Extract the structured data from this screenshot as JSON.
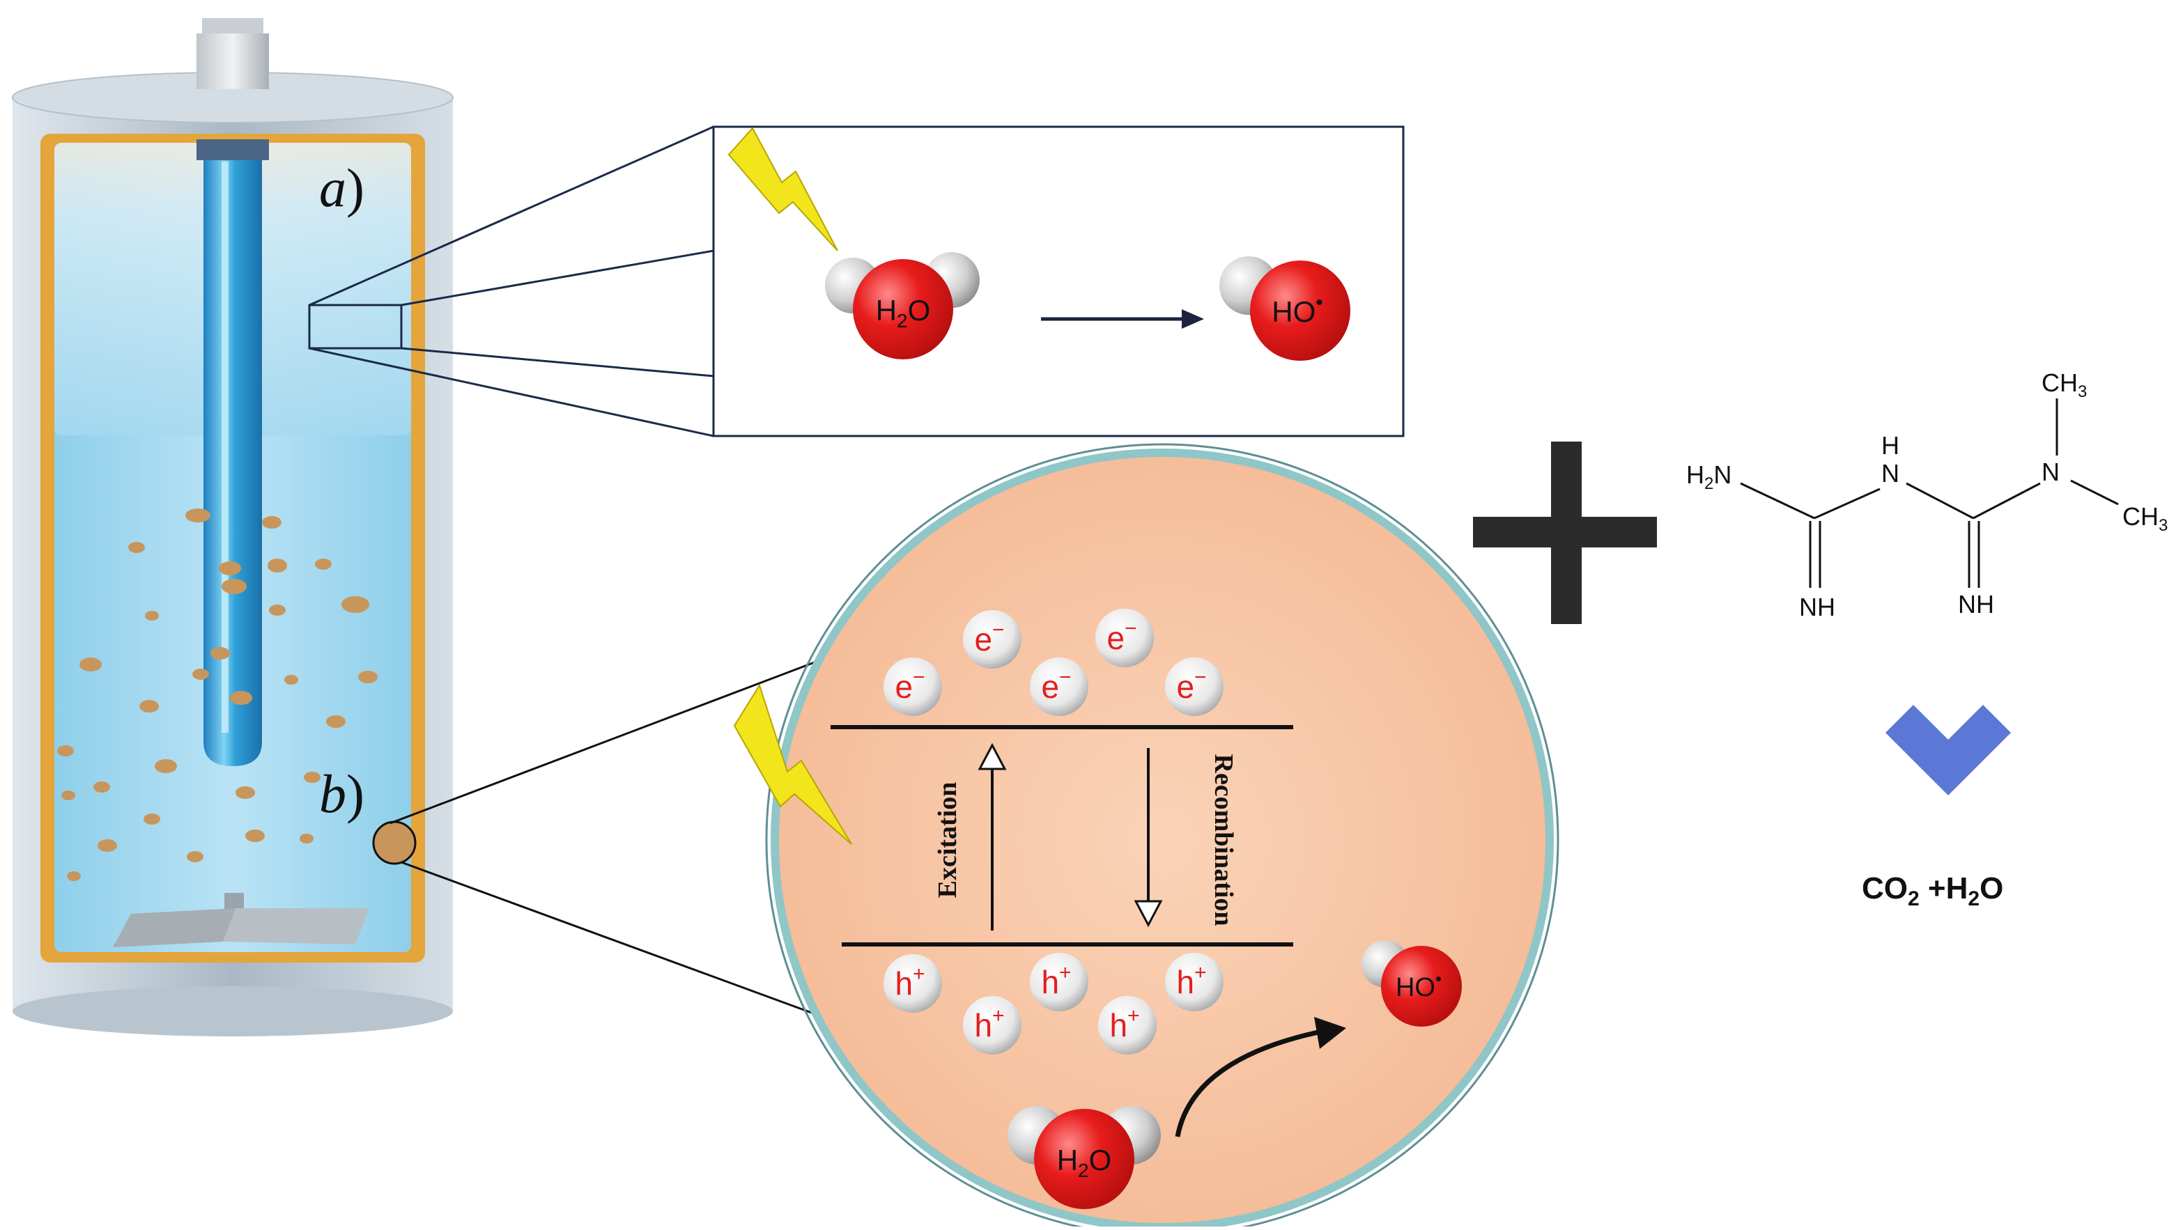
{
  "labels": {
    "panel_a": "a",
    "panel_b": "b",
    "paren": ")"
  },
  "inset_a": {
    "reactant_main": "H",
    "reactant_sub": "2",
    "reactant_tail": "O",
    "product_main": "HO",
    "product_dot": "•"
  },
  "inset_b": {
    "electron_main": "e",
    "electron_sup": "−",
    "hole_main": "h",
    "hole_sup": "+",
    "excitation": "Excitation",
    "recombination": "Recombination",
    "product_main": "HO",
    "product_dot": "•",
    "reactant_main": "H",
    "reactant_sub": "2",
    "reactant_tail": "O"
  },
  "molecule": {
    "h2n_main": "H",
    "h2n_sub": "2",
    "h2n_tail": "N",
    "nh_bridge": "H",
    "n_bridge": "N",
    "n_dimethyl": "N",
    "ch3_top_main": "CH",
    "ch3_top_sub": "3",
    "ch3_right_main": "CH",
    "ch3_right_sub": "3",
    "nh_left": "NH",
    "nh_right": "NH"
  },
  "products": {
    "co2_main": "CO",
    "co2_sub": "2",
    "plus_h": " +H",
    "h2o_sub": "2",
    "h2o_tail": "O"
  },
  "colors": {
    "reactor_shell": "#c9d3db",
    "liquid": "#9ed6ef",
    "lining": "#e0a23a",
    "particle": "#c8965a",
    "lamp": "#3aa9e0",
    "oxygen": "#e51c1c",
    "hydrogen": "#c8c8c8",
    "lightning": "#f2e51c",
    "circle_fill": "#f7c4a2",
    "circle_ring": "#8fc6c8",
    "particle_text": "#e41e1e",
    "arrow_blue": "#5b78d6",
    "plus": "#2b2b2b"
  }
}
